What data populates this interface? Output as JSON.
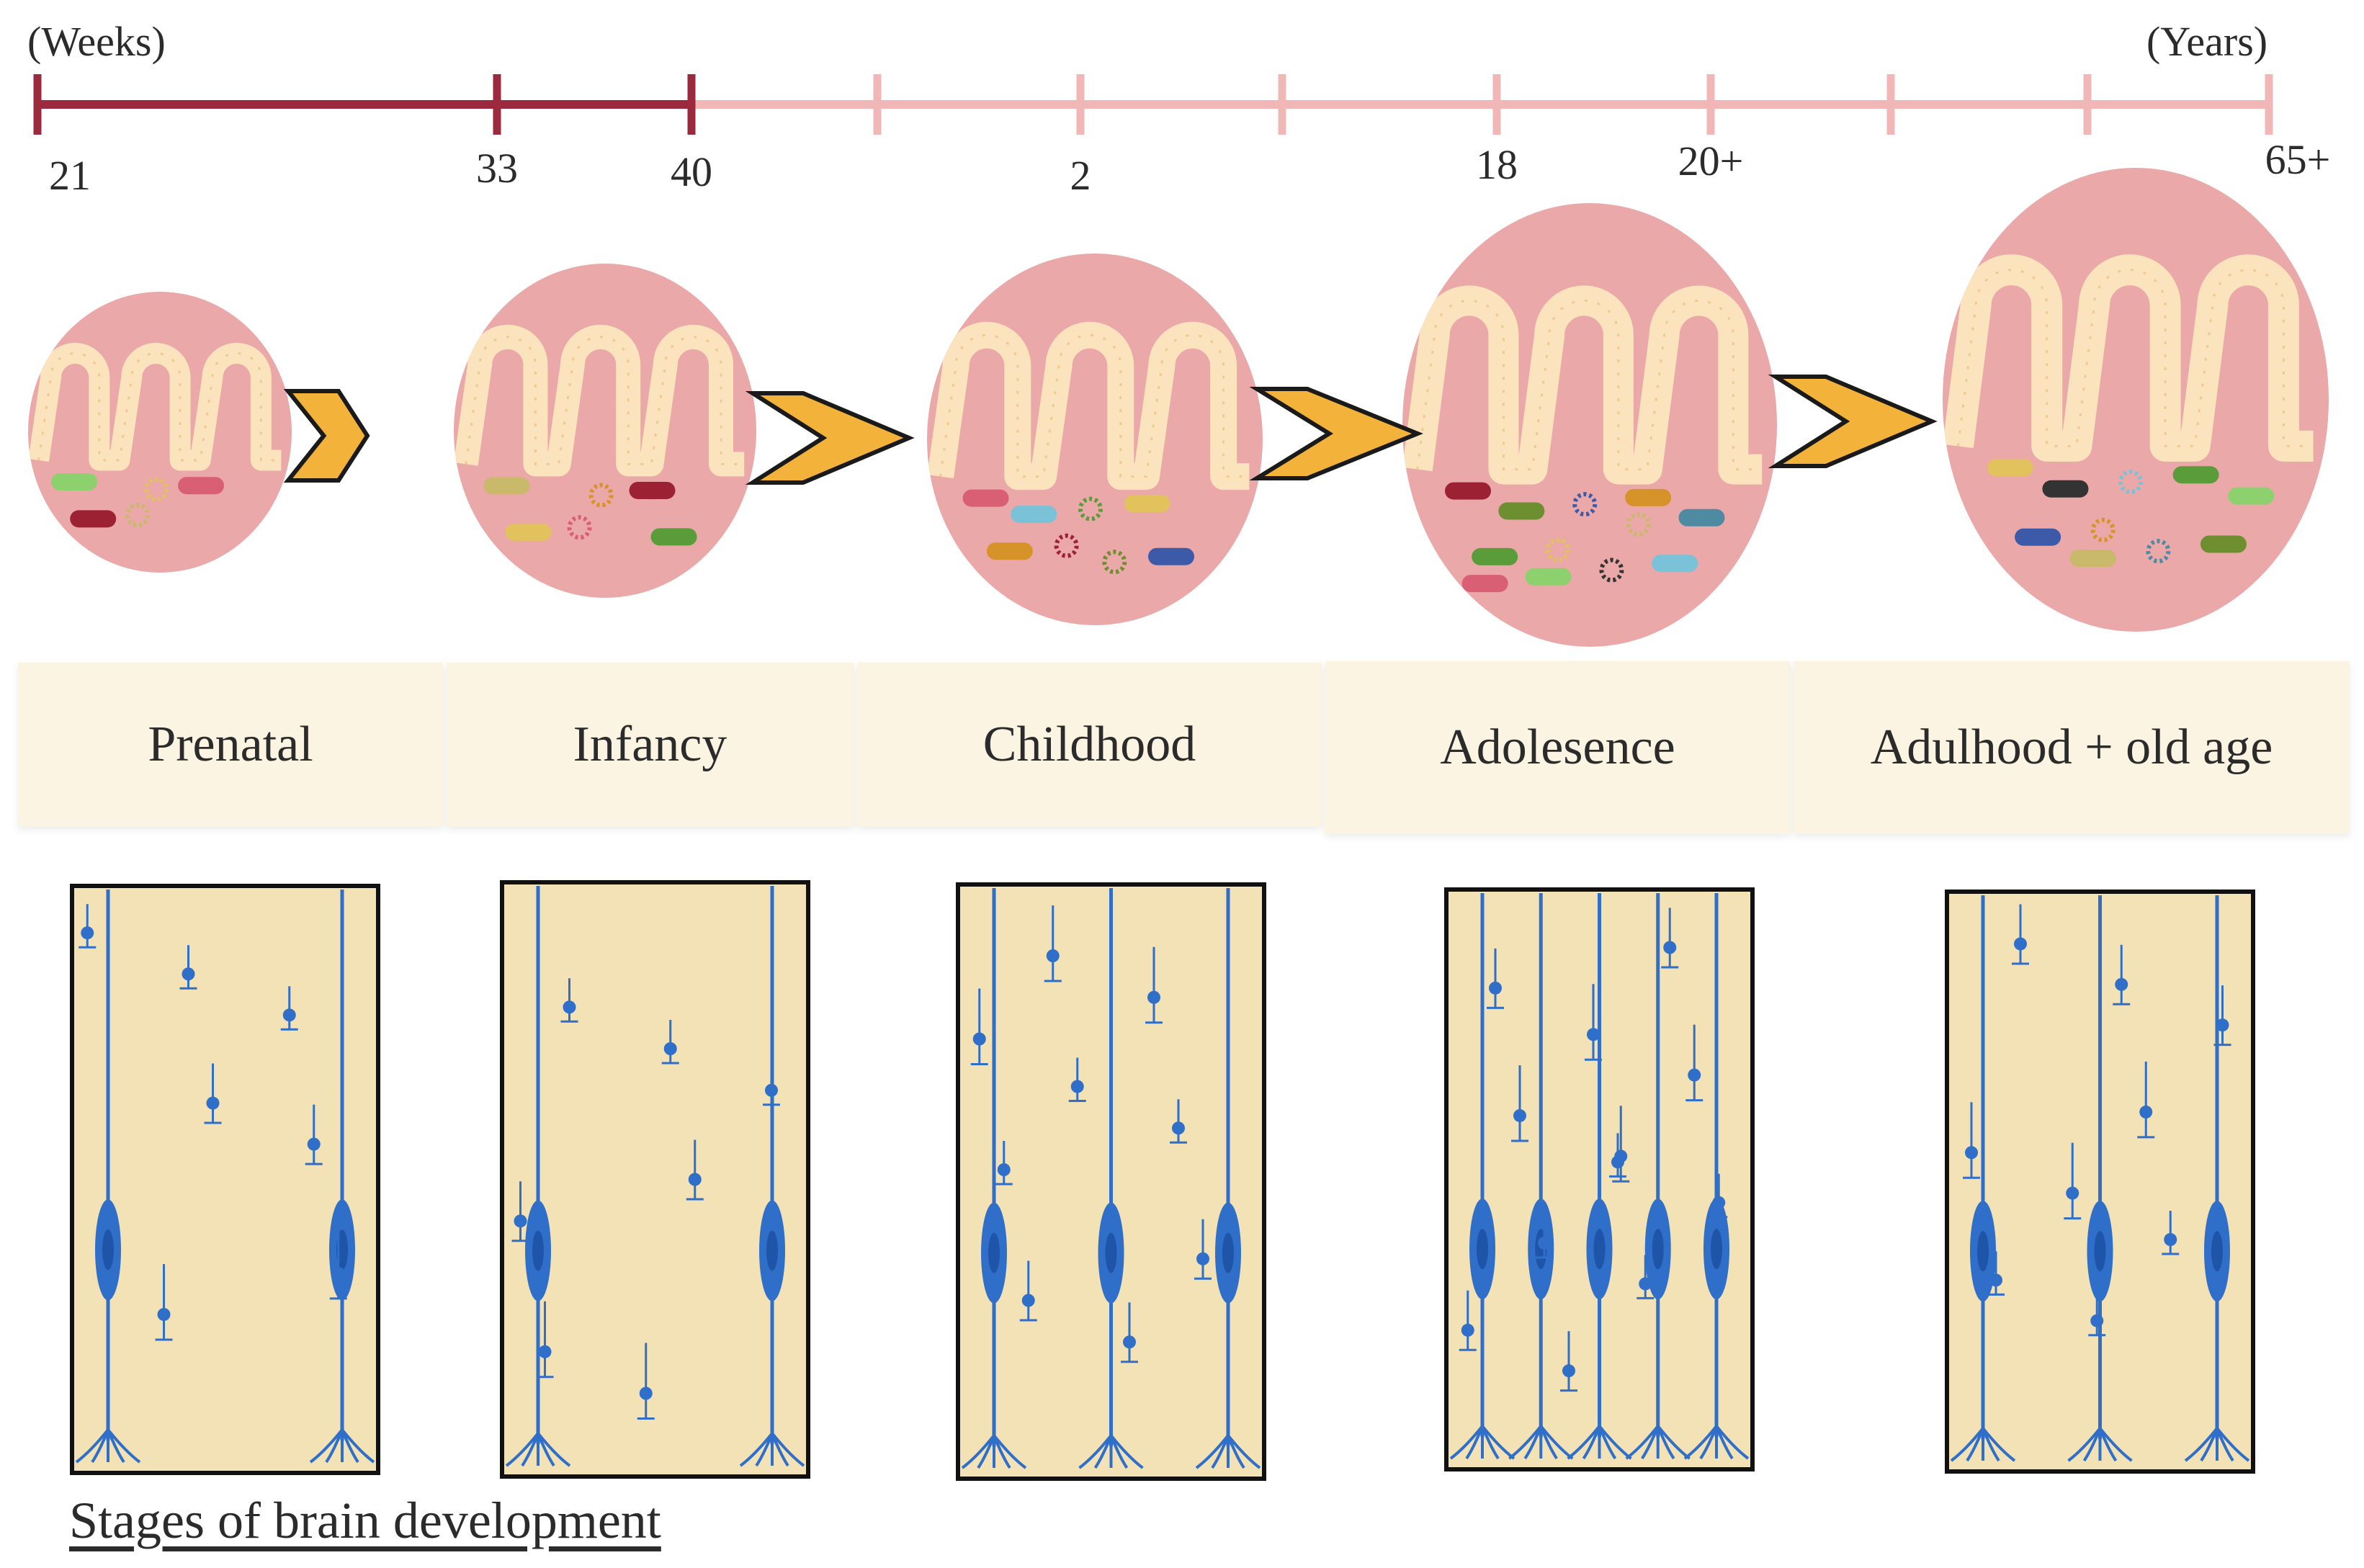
{
  "timeline": {
    "left_unit": "(Weeks)",
    "right_unit": "(Years)",
    "ticks": [
      {
        "label": "21",
        "prenatal": true
      },
      {
        "label": "33",
        "prenatal": true
      },
      {
        "label": "40",
        "prenatal": true
      },
      {
        "label": "",
        "prenatal": false
      },
      {
        "label": "2",
        "prenatal": false
      },
      {
        "label": "",
        "prenatal": false
      },
      {
        "label": "18",
        "prenatal": false
      },
      {
        "label": "20+",
        "prenatal": false
      },
      {
        "label": "",
        "prenatal": false
      },
      {
        "label": "",
        "prenatal": false
      },
      {
        "label": "65+",
        "prenatal": false
      }
    ],
    "colors": {
      "prenatal": "#9b2a3f",
      "postnatal": "#f1b7b7"
    }
  },
  "stages": [
    {
      "label": "Prenatal",
      "villi": 3,
      "microbes": 5,
      "neuron_density": "low"
    },
    {
      "label": "Infancy",
      "villi": 3,
      "microbes": 6,
      "neuron_density": "low"
    },
    {
      "label": "Childhood",
      "villi": 3,
      "microbes": 8,
      "neuron_density": "medium"
    },
    {
      "label": "Adolesence",
      "villi": 3,
      "microbes": 12,
      "neuron_density": "high"
    },
    {
      "label": "Adulhood +  old age",
      "villi": 3,
      "microbes": 10,
      "neuron_density": "medium"
    }
  ],
  "caption": "Stages of brain development",
  "colors": {
    "gut_circle": "#eba8a8",
    "villus": "#fbe3bd",
    "arrow": "#f3b23a",
    "stage_box": "#fbf4e3",
    "neuron_panel": "#f2e2b5",
    "neuron": "#2f6fc9"
  }
}
